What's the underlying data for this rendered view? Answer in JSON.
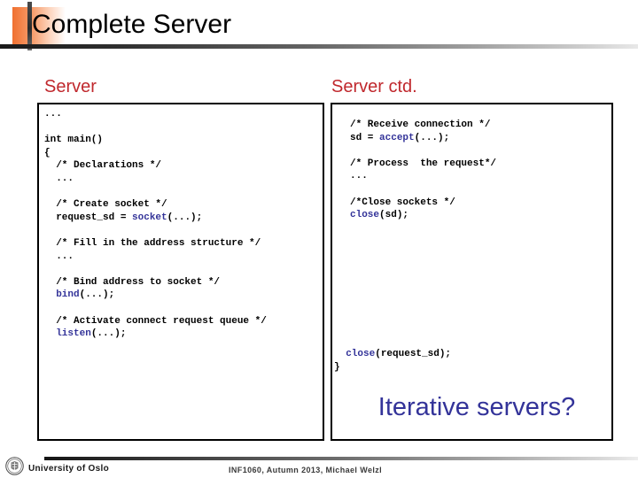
{
  "slide": {
    "title": "Complete Server"
  },
  "columns": {
    "left": {
      "heading": "Server",
      "code_lines": [
        {
          "text": "...",
          "indent": 0
        },
        {
          "text": "",
          "indent": 0
        },
        {
          "text": "int main()",
          "indent": 0
        },
        {
          "text": "{",
          "indent": 0
        },
        {
          "text": "  /* Declarations */",
          "indent": 0
        },
        {
          "text": "  ...",
          "indent": 0
        },
        {
          "text": "",
          "indent": 0
        },
        {
          "text": "  /* Create socket */",
          "indent": 0
        },
        {
          "text": "  request_sd = socket(...);",
          "indent": 0
        },
        {
          "text": "",
          "indent": 0
        },
        {
          "text": "  /* Fill in the address structure */",
          "indent": 0
        },
        {
          "text": "  ...",
          "indent": 0
        },
        {
          "text": "",
          "indent": 0
        },
        {
          "text": "  /* Bind address to socket */",
          "indent": 0
        },
        {
          "text": "  bind(...);",
          "indent": 0
        },
        {
          "text": "",
          "indent": 0
        },
        {
          "text": "  /* Activate connect request queue */",
          "indent": 0
        },
        {
          "text": "  listen(...);",
          "indent": 0
        }
      ]
    },
    "right": {
      "heading": "Server ctd.",
      "code_lines": [
        {
          "text": "/* Receive connection */",
          "indent": 0
        },
        {
          "text": "sd = accept(...);",
          "indent": 0
        },
        {
          "text": "",
          "indent": 0
        },
        {
          "text": "/* Process  the request*/",
          "indent": 0
        },
        {
          "text": "...",
          "indent": 0
        },
        {
          "text": "",
          "indent": 0
        },
        {
          "text": "/*Close sockets */",
          "indent": 0
        },
        {
          "text": "close(sd);",
          "indent": 0
        }
      ],
      "code_lines_tail": [
        {
          "text": "  close(request_sd);",
          "indent": 0
        },
        {
          "text": "}",
          "indent": 0
        }
      ],
      "callout": "Iterative servers?"
    }
  },
  "footer": {
    "organization": "University of Oslo",
    "course": "INF1060,  Autumn 2013,  Michael Welzl",
    "seal_icon": "university-seal-icon"
  },
  "colors": {
    "heading_red": "#c0282d",
    "code_blue": "#333399",
    "title_black": "#000000",
    "accent_orange": "#f07030"
  }
}
